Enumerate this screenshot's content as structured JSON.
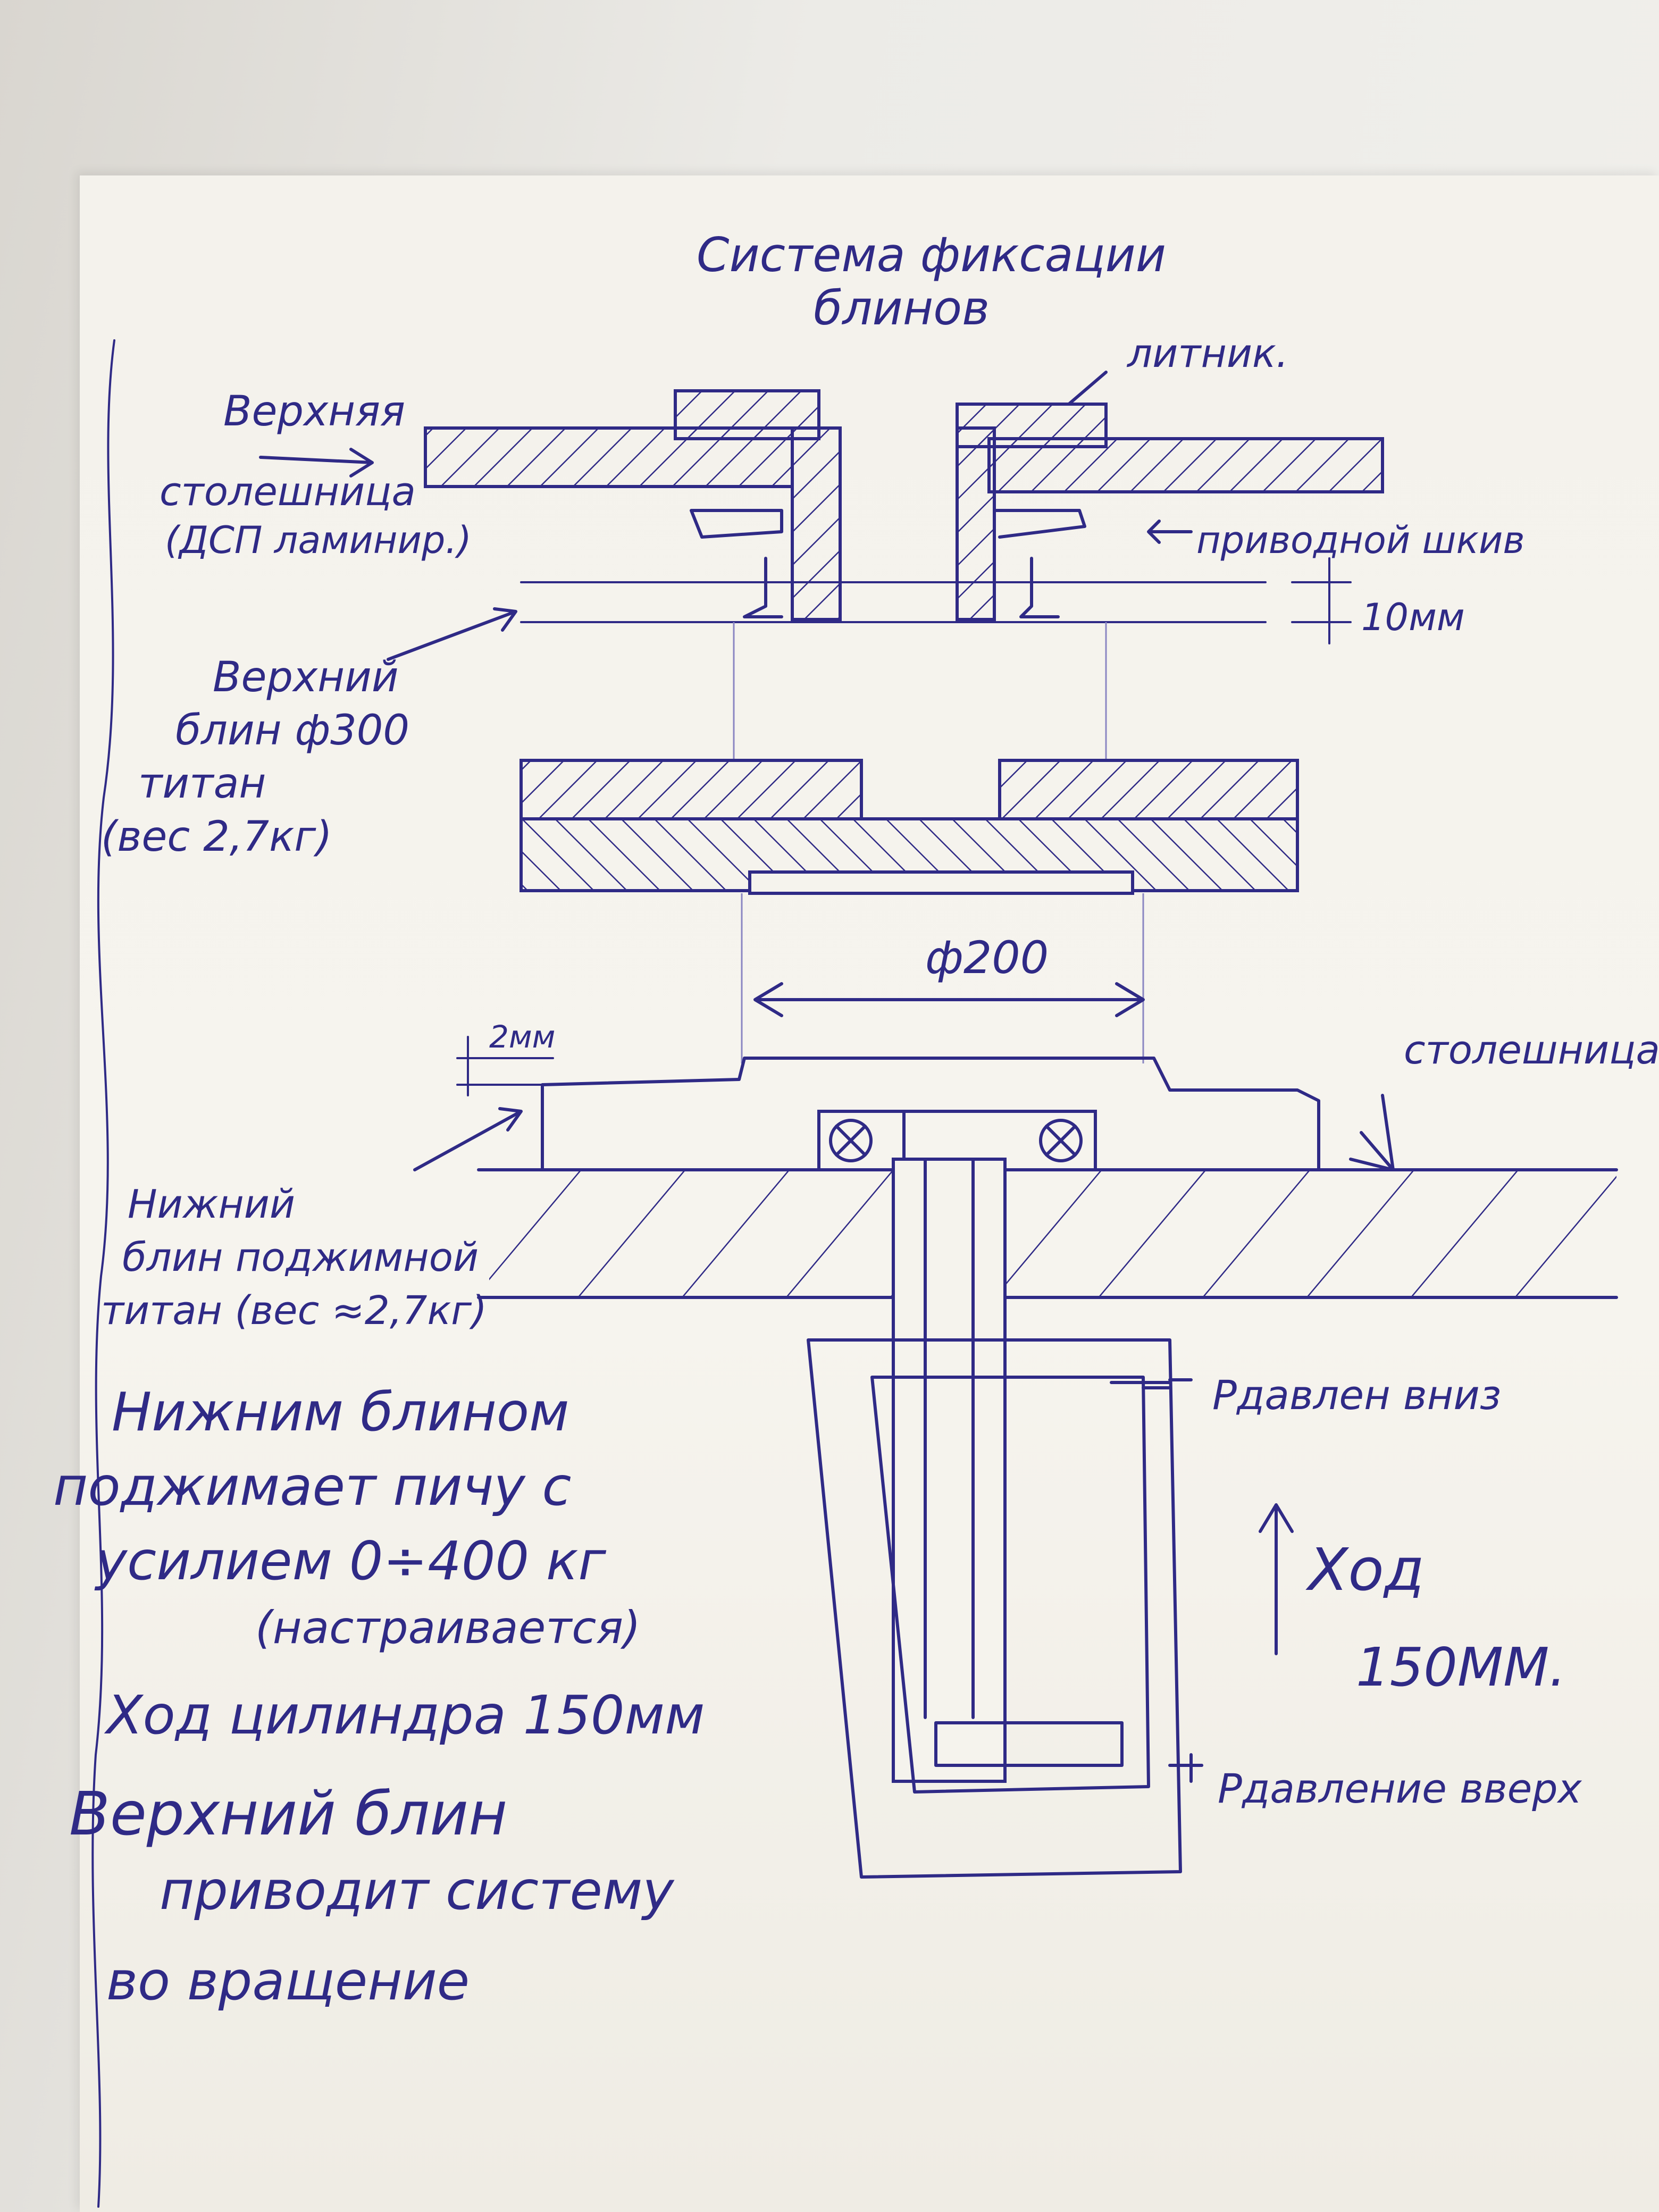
{
  "title": {
    "line1": "Система фиксации",
    "line2": "блинов"
  },
  "labels": {
    "litnik": "литник.",
    "top_table": "Верхняя",
    "top_table_line2": "столешница",
    "top_table_line3": "(ДСП ламинир.)",
    "pulley": "приводной шкив",
    "gap": "10мм",
    "upper_disc_1": "Верхний",
    "upper_disc_2": "блин ф300",
    "upper_disc_3": "титан",
    "upper_disc_4": "(вес 2,7кг)",
    "diameter": "ф200",
    "small_gap": "2мм",
    "table": "столешница",
    "lower_disc_1": "Нижний",
    "lower_disc_2": "блин поджимной",
    "lower_disc_3": "титан (вес ≈2,7кг)",
    "pressure_down": "Рдавлен вниз",
    "pressure_up": "Рдавление вверх",
    "stroke_1": "Ход",
    "stroke_2": "150ММ."
  },
  "notes": {
    "line1": "Нижним блином",
    "line2": "поджимает пичу с",
    "line3": "усилием 0÷400 кг",
    "line4": "(настраивается)",
    "line5": "Ход цилиндра 150мм",
    "line6": "Верхний блин",
    "line7": "приводит систему",
    "line8": "во вращение"
  },
  "colors": {
    "ink": "#2f2a86",
    "paper": "#f4f2ec"
  }
}
